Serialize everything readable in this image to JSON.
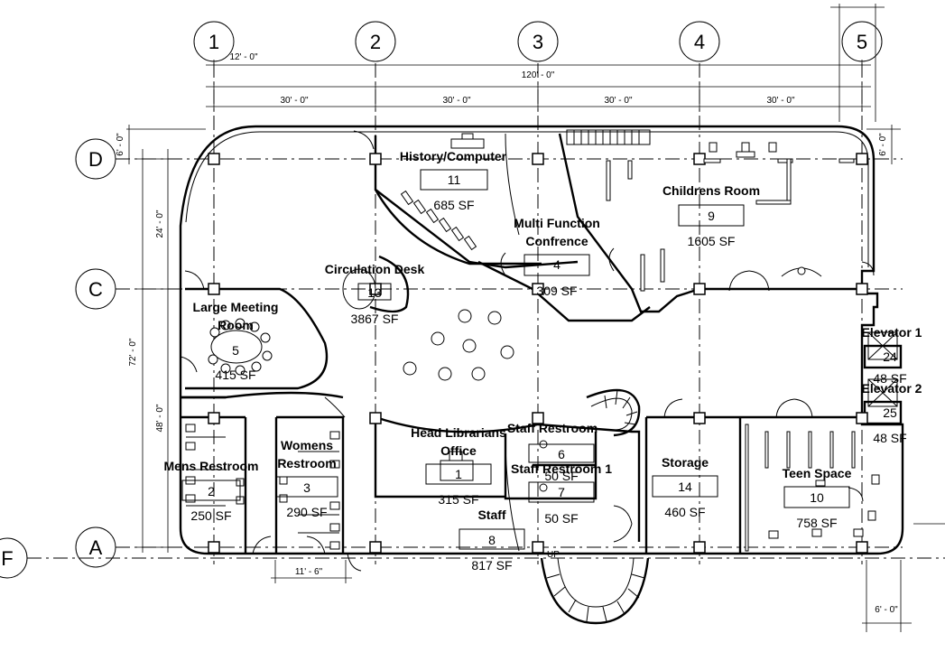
{
  "grid_labels": {
    "columns": [
      "1",
      "2",
      "3",
      "4",
      "5"
    ],
    "rows": [
      "D",
      "C",
      "A",
      "F"
    ]
  },
  "dimensions": {
    "overall": "120' - 0\"",
    "bay1": "30' - 0\"",
    "bay2": "30' - 0\"",
    "bay3": "30' - 0\"",
    "bay4": "30' - 0\"",
    "top_offset": "12' - 0\"",
    "left_top": "6' - 0\"",
    "right_top": "6' - 0\"",
    "left_upper": "24' - 0\"",
    "left_lower": "48' - 0\"",
    "left_overall": "72' - 0\"",
    "bottom_restroom": "11' - 6\"",
    "bottom_right": "6' - 0\""
  },
  "rooms": {
    "history": {
      "name": "History/Computer",
      "number": "11",
      "area": "685 SF"
    },
    "childrens": {
      "name": "Childrens Room",
      "number": "9",
      "area": "1605 SF"
    },
    "multi_line1": "Multi Function",
    "multi_line2": "Confrence",
    "multi": {
      "number": "4",
      "area": "309 SF"
    },
    "circulation": {
      "name": "Circulation Desk",
      "number": "13",
      "area": "3867 SF"
    },
    "meeting_line1": "Large Meeting",
    "meeting_line2": "Room",
    "meeting": {
      "number": "5",
      "area": "415 SF"
    },
    "elevator1": {
      "name": "Elevator 1",
      "number": "24",
      "area": "48 SF"
    },
    "elevator2": {
      "name": "Elevator 2",
      "number": "25",
      "area": "48 SF"
    },
    "mens": {
      "name": "Mens Restroom",
      "number": "2",
      "area": "250 SF"
    },
    "womens_line1": "Womens",
    "womens_line2": "Restroom",
    "womens": {
      "number": "3",
      "area": "290 SF"
    },
    "head_line1": "Head Librarians",
    "head_line2": "Office",
    "head": {
      "number": "1",
      "area": "315 SF"
    },
    "staff_rr2": {
      "name": "Staff Restroom",
      "number": "6",
      "area": "50 SF"
    },
    "staff_rr1": {
      "name": "Staff Restroom 1",
      "number": "7",
      "area": "50 SF"
    },
    "staff": {
      "name": "Staff",
      "number": "8",
      "area": "817 SF"
    },
    "storage": {
      "name": "Storage",
      "number": "14",
      "area": "460 SF"
    },
    "teen": {
      "name": "Teen Space",
      "number": "10",
      "area": "758 SF"
    }
  },
  "stair_label": "UP"
}
